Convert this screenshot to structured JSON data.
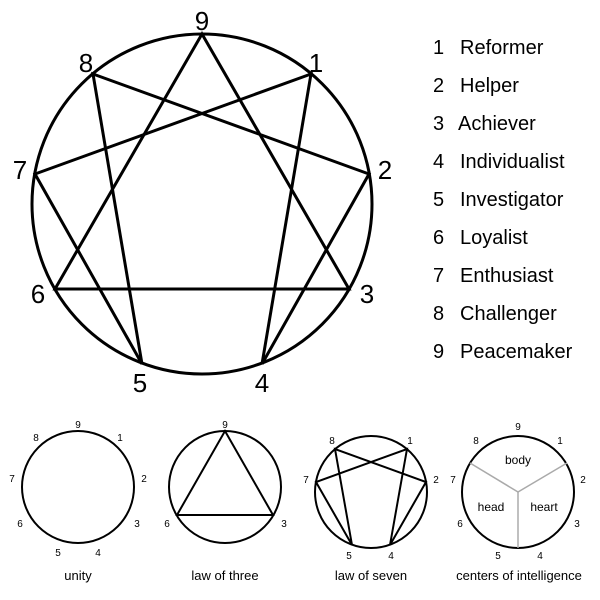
{
  "main": {
    "numbers": [
      "9",
      "1",
      "2",
      "3",
      "4",
      "5",
      "6",
      "7",
      "8"
    ]
  },
  "legend": [
    {
      "num": "1",
      "label": "Reformer"
    },
    {
      "num": "2",
      "label": "Helper"
    },
    {
      "num": "3",
      "label": "Achiever"
    },
    {
      "num": "4",
      "label": "Individualist"
    },
    {
      "num": "5",
      "label": "Investigator"
    },
    {
      "num": "6",
      "label": "Loyalist"
    },
    {
      "num": "7",
      "label": "Enthusiast"
    },
    {
      "num": "8",
      "label": "Challenger"
    },
    {
      "num": "9",
      "label": "Peacemaker"
    }
  ],
  "small_numbers": [
    "9",
    "1",
    "2",
    "3",
    "4",
    "5",
    "6",
    "7",
    "8"
  ],
  "captions": {
    "unity": "unity",
    "law_of_three": "law of three",
    "law_of_seven": "law of seven",
    "centers": "centers of intelligence"
  },
  "centers": {
    "body": "body",
    "head": "head",
    "heart": "heart"
  }
}
